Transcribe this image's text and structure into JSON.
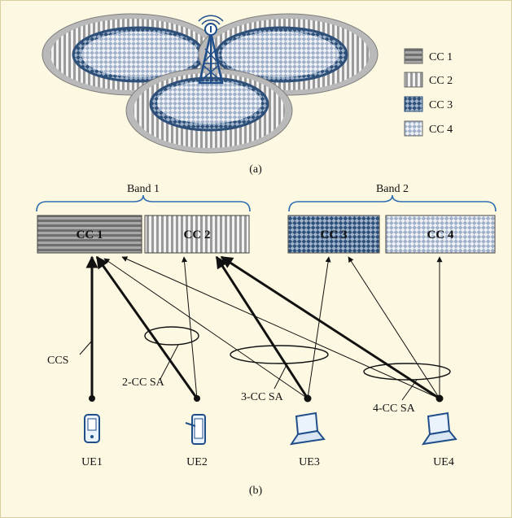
{
  "figure_a": {
    "caption": "(a)",
    "legend": [
      {
        "label": "CC 1",
        "pattern": "horizontal-stripes"
      },
      {
        "label": "CC 2",
        "pattern": "vertical-stripes"
      },
      {
        "label": "CC 3",
        "pattern": "dark-diagonal-checker"
      },
      {
        "label": "CC 4",
        "pattern": "light-diagonal-checker"
      }
    ]
  },
  "figure_b": {
    "caption": "(b)",
    "bands": [
      {
        "label": "Band 1"
      },
      {
        "label": "Band 2"
      }
    ],
    "carriers": [
      "CC 1",
      "CC 2",
      "CC 3",
      "CC 4"
    ],
    "annotations": {
      "ccs": "CCS",
      "sa2": "2-CC SA",
      "sa3": "3-CC SA",
      "sa4": "4-CC SA"
    },
    "devices": [
      {
        "label": "UE1",
        "icon": "mobile-phone-icon"
      },
      {
        "label": "UE2",
        "icon": "smartphone-stylus-icon"
      },
      {
        "label": "UE3",
        "icon": "laptop-icon"
      },
      {
        "label": "UE4",
        "icon": "laptop-icon"
      }
    ]
  },
  "colors": {
    "background": "#fdf8e1",
    "band_brace": "#2f6fb0",
    "cc1": "#8c8c8c",
    "cc2": "#cfcfcf",
    "cc3": "#3a5f8a",
    "cc4": "#b8c4d8"
  }
}
